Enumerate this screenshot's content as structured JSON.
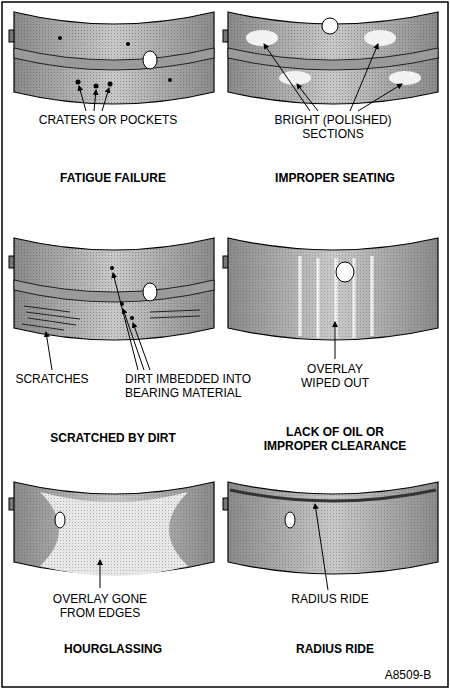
{
  "diagram": {
    "labels": [
      "CRATERS OR POCKETS",
      "FATIGUE FAILURE",
      "BRIGHT (POLISHED) SECTIONS",
      "IMPROPER SEATING",
      "SCRATCHES",
      "DIRT IMBEDDED INTO BEARING MATERIAL",
      "SCRATCHED BY DIRT",
      "OVERLAY WIPED OUT",
      "LACK OF OIL OR IMPROPER CLEARANCE",
      "OVERLAY GONE FROM EDGES",
      "HOURGLASSING",
      "RADIUS RIDE",
      "RADIUS RIDE",
      "A8509-B"
    ]
  }
}
